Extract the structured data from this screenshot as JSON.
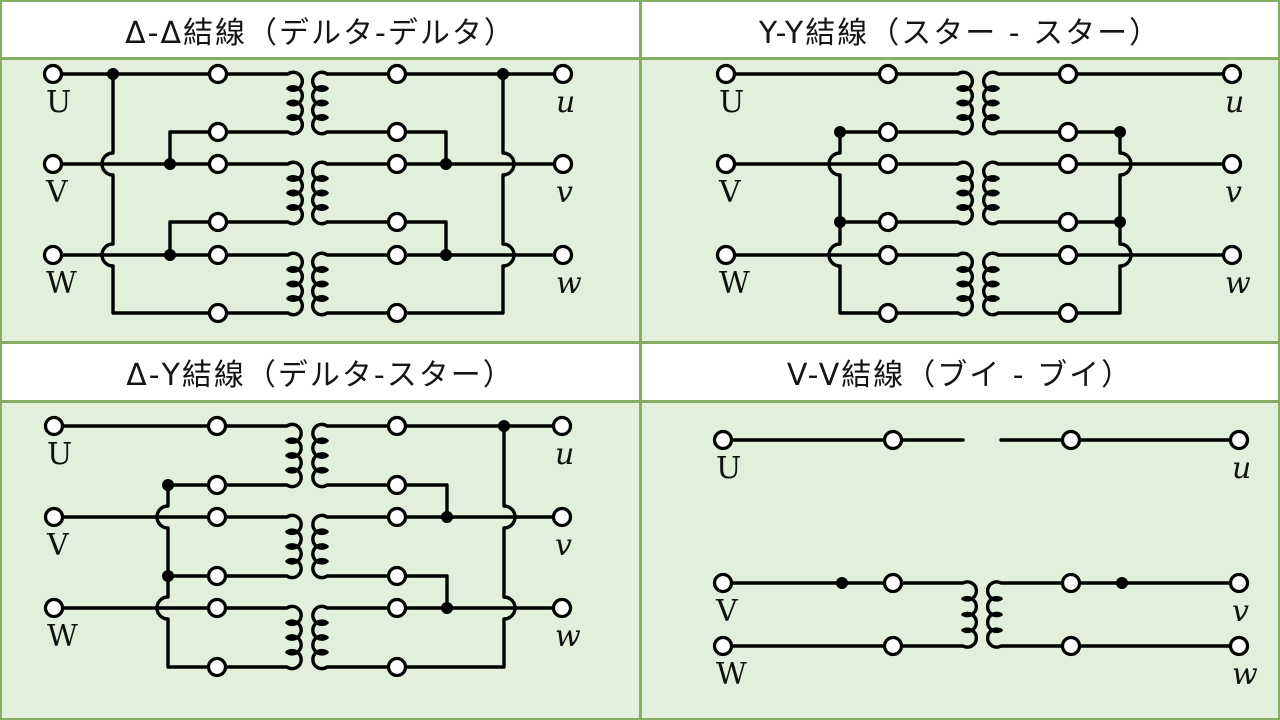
{
  "colors": {
    "cell_background": "#e2efda",
    "title_background": "#ffffff",
    "grid_border": "#85ad63",
    "wire": "#000000",
    "label": "#111111"
  },
  "panels": [
    {
      "id": "delta-delta",
      "title": "Δ-Δ結線（デルタ-デルタ）",
      "primary_type": "delta",
      "secondary_type": "delta",
      "primary_terminals": [
        "U",
        "V",
        "W"
      ],
      "secondary_terminals": [
        "u",
        "v",
        "w"
      ]
    },
    {
      "id": "star-star",
      "title": "Y-Y結線（スター - スター）",
      "primary_type": "star",
      "secondary_type": "star",
      "primary_terminals": [
        "U",
        "V",
        "W"
      ],
      "secondary_terminals": [
        "u",
        "v",
        "w"
      ]
    },
    {
      "id": "delta-star",
      "title": "Δ-Y結線（デルタ-スター）",
      "primary_type": "star",
      "secondary_type": "delta",
      "primary_terminals": [
        "U",
        "V",
        "W"
      ],
      "secondary_terminals": [
        "u",
        "v",
        "w"
      ]
    },
    {
      "id": "v-v",
      "title": "V-V結線（ブイ - ブイ）",
      "primary_type": "vv",
      "secondary_type": "vv",
      "primary_terminals": [
        "U",
        "V",
        "W"
      ],
      "secondary_terminals": [
        "u",
        "v",
        "w"
      ]
    }
  ]
}
